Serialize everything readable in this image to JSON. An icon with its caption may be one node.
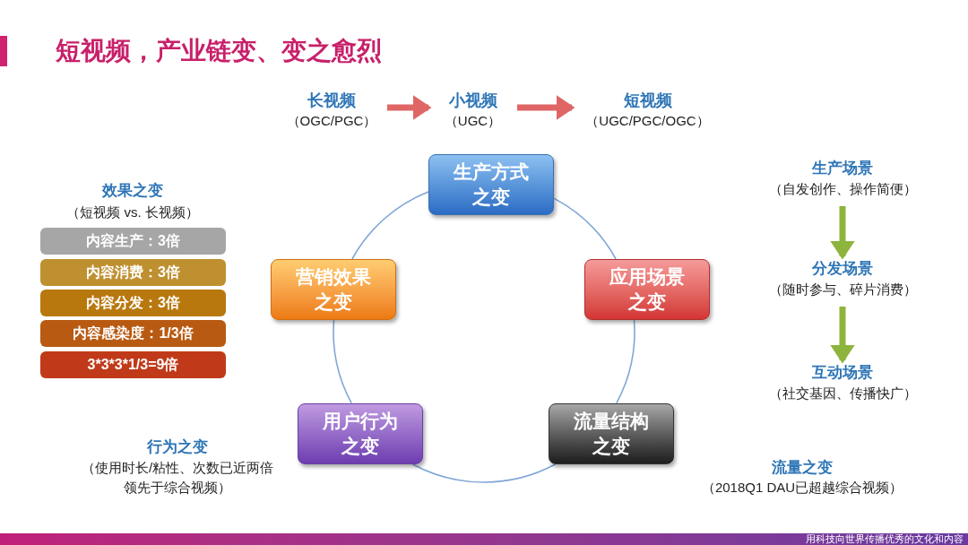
{
  "diagram": {
    "title": "短视频，产业链变、变之愈烈",
    "nodes": [
      {
        "text": [
          "长视频",
          "（OGC/PGC）"
        ]
      },
      {
        "text": [
          "小视频",
          "（UGC）"
        ]
      },
      {
        "text": [
          "短视频",
          "（UGC/PGC/OGC）"
        ]
      },
      {
        "text": [
          "生产方式之变"
        ]
      },
      {
        "text": [
          "应用场景之变"
        ]
      },
      {
        "text": [
          "流量结构之变"
        ]
      },
      {
        "text": [
          "用户行为之变"
        ]
      },
      {
        "text": [
          "营销效果之变"
        ]
      },
      {
        "text": [
          "生产场景",
          "（自发创作、操作简便）"
        ]
      },
      {
        "text": [
          "分发场景",
          "（随时参与、碎片消费）"
        ]
      },
      {
        "text": [
          "互动场景",
          "（社交基因、传播快广）"
        ]
      },
      {
        "text": [
          "内容生产：3倍"
        ]
      },
      {
        "text": [
          "内容消费：3倍"
        ]
      },
      {
        "text": [
          "内容分发：3倍"
        ]
      },
      {
        "text": [
          "内容感染度：1/3倍"
        ]
      },
      {
        "text": [
          "3*3*3*1/3=9倍"
        ]
      }
    ],
    "edges": [
      {
        "from": 0,
        "to": 1,
        "arrow": "to",
        "style": "thick",
        "color": "#e06666"
      },
      {
        "from": 1,
        "to": 2,
        "arrow": "to",
        "style": "thick",
        "color": "#e06666"
      },
      {
        "from": 3,
        "to": 4,
        "arrow": "none"
      },
      {
        "from": 4,
        "to": 5,
        "arrow": "none"
      },
      {
        "from": 5,
        "to": 6,
        "arrow": "none"
      },
      {
        "from": 6,
        "to": 7,
        "arrow": "none"
      },
      {
        "from": 7,
        "to": 3,
        "arrow": "none"
      },
      {
        "from": 8,
        "to": 9,
        "arrow": "to",
        "style": "thick",
        "color": "#8db43c"
      },
      {
        "from": 9,
        "to": 10,
        "arrow": "to",
        "style": "thick",
        "color": "#8db43c"
      }
    ],
    "labels": [
      "效果之变",
      "（短视频 vs. 长视频）",
      "行为之变",
      "（使用时长/粘性、次数已近两倍领先于综合视频）",
      "流量之变",
      "（2018Q1 DAU已超越综合视频）",
      "用科技向世界传播优秀的文化和内容"
    ]
  }
}
